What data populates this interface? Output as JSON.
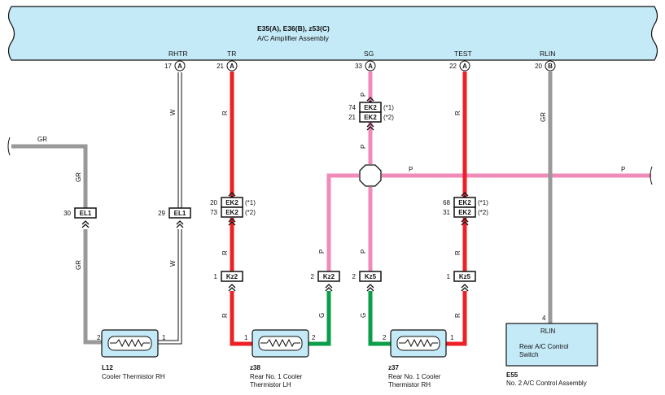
{
  "amplifier": {
    "codes": "E35(A), E36(B), z53(C)",
    "name": "A/C Amplifier Assembly",
    "color": "#c4e9f7"
  },
  "pins": {
    "rhtr": {
      "signal": "RHTR",
      "num": "17",
      "conn": "A"
    },
    "tr": {
      "signal": "TR",
      "num": "21",
      "conn": "A"
    },
    "sg": {
      "signal": "SG",
      "num": "33",
      "conn": "A"
    },
    "test": {
      "signal": "TEST",
      "num": "22",
      "conn": "A"
    },
    "rlin": {
      "signal": "RLIN",
      "num": "20",
      "conn": "B"
    }
  },
  "wire_colors": {
    "gray": "#999999",
    "red": "#ee2026",
    "pink": "#f08ab8",
    "green": "#0a9e4a",
    "white": "#ffffff"
  },
  "wire_labels": {
    "gr": "GR",
    "w": "W",
    "r": "R",
    "p": "P",
    "g": "G"
  },
  "connectors": {
    "el1": "EL1",
    "ek2": "EK2",
    "kz2": "Kz2",
    "kz5": "Kz5"
  },
  "connector_pins": {
    "el1_gr": "30",
    "el1_w": "29",
    "ek2_sg_a": "74",
    "ek2_sg_b": "21",
    "ek2_tr_a": "20",
    "ek2_tr_b": "73",
    "ek2_test_a": "68",
    "ek2_test_b": "31",
    "kz2_tr": "1",
    "kz2_p": "2",
    "kz5_sg": "2",
    "kz5_test": "1"
  },
  "notes": {
    "n1": "(*1)",
    "n2": "(*2)"
  },
  "components": {
    "l12": {
      "code": "L12",
      "name": "Cooler Thermistor RH",
      "pin_left": "2",
      "pin_right": "1"
    },
    "z38": {
      "code": "z38",
      "name_line1": "Rear No.  1 Cooler",
      "name_line2": "Thermistor LH",
      "pin_left": "1",
      "pin_right": "2"
    },
    "z37": {
      "code": "z37",
      "name_line1": "Rear No.  1 Cooler",
      "name_line2": "Thermistor RH",
      "pin_left": "2",
      "pin_right": "1"
    },
    "e55": {
      "code": "E55",
      "name": "No.  2 A/C Control Assembly",
      "pin": "4",
      "signal": "RLIN",
      "label_line1": "Rear A/C Control",
      "label_line2": "Switch",
      "color": "#c4e9f7"
    }
  }
}
